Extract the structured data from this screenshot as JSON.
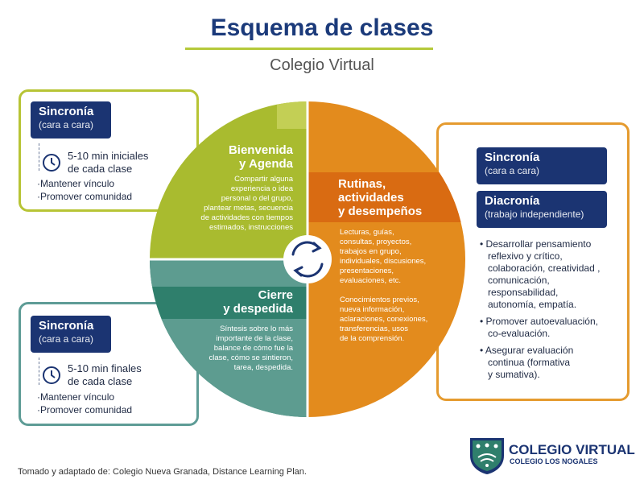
{
  "header": {
    "title": "Esquema de clases",
    "subtitle": "Colegio Virtual"
  },
  "left_top": {
    "badge_title": "Sincronía",
    "badge_sub": "(cara a cara)",
    "time_line1": "5-10 min iniciales",
    "time_line2": "de cada clase",
    "bullets": [
      "·Mantener vínculo",
      "·Promover comunidad"
    ]
  },
  "left_bottom": {
    "badge_title": "Sincronía",
    "badge_sub": "(cara a cara)",
    "time_line1": "5-10 min finales",
    "time_line2": "de cada clase",
    "bullets": [
      "·Mantener vínculo",
      "·Promover comunidad"
    ]
  },
  "circle": {
    "welcome": {
      "title1": "Bienvenida",
      "title2": "y Agenda",
      "lines": [
        "Compartir alguna",
        "experiencia o idea",
        "personal o del grupo,",
        "plantear metas, secuencia",
        "de actividades con tiempos",
        "estimados, instrucciones"
      ]
    },
    "closing": {
      "title1": "Cierre",
      "title2": "y despedida",
      "lines": [
        "Síntesis sobre lo más",
        "importante de la clase,",
        "balance de cómo fue la",
        "clase, cómo se sintieron,",
        "tarea, despedida."
      ]
    },
    "routines": {
      "title1": "Rutinas,",
      "title2": "actividades",
      "title3": "y desempeños",
      "lines_a": [
        "Lecturas, guías,",
        "consultas, proyectos,",
        "trabajos en grupo,",
        "individuales, discusiones,",
        "presentaciones,",
        "evaluaciones, etc."
      ],
      "lines_b": [
        "Conocimientos previos,",
        "nueva información,",
        "aclaraciones, conexiones,",
        "transferencias, usos",
        "de la comprensión."
      ]
    },
    "colors": {
      "welcome": "#a9bb2f",
      "welcome_light": "#c3cf55",
      "closing": "#2f7f6c",
      "closing_light": "#5d9c90",
      "routines": "#e38b1d",
      "routines_dark": "#d96b12"
    }
  },
  "right": {
    "badge1_title": "Sincronía",
    "badge1_sub": "(cara a cara)",
    "badge2_title": "Diacronía",
    "badge2_sub": "(trabajo independiente)",
    "bullets": [
      [
        "• Desarrollar pensamiento",
        "reflexivo y crítico,",
        "colaboración, creatividad ,",
        "comunicación,",
        "responsabilidad,",
        "autonomía, empatía."
      ],
      [
        "• Promover autoevaluación,",
        "co-evaluación."
      ],
      [
        "• Asegurar evaluación",
        "continua (formativa",
        "y sumativa)."
      ]
    ]
  },
  "footer": {
    "source": "Tomado y adaptado de: Colegio Nueva Granada, Distance Learning Plan.",
    "logo_main": "COLEGIO VIRTUAL",
    "logo_sub": "COLEGIO LOS NOGALES"
  }
}
